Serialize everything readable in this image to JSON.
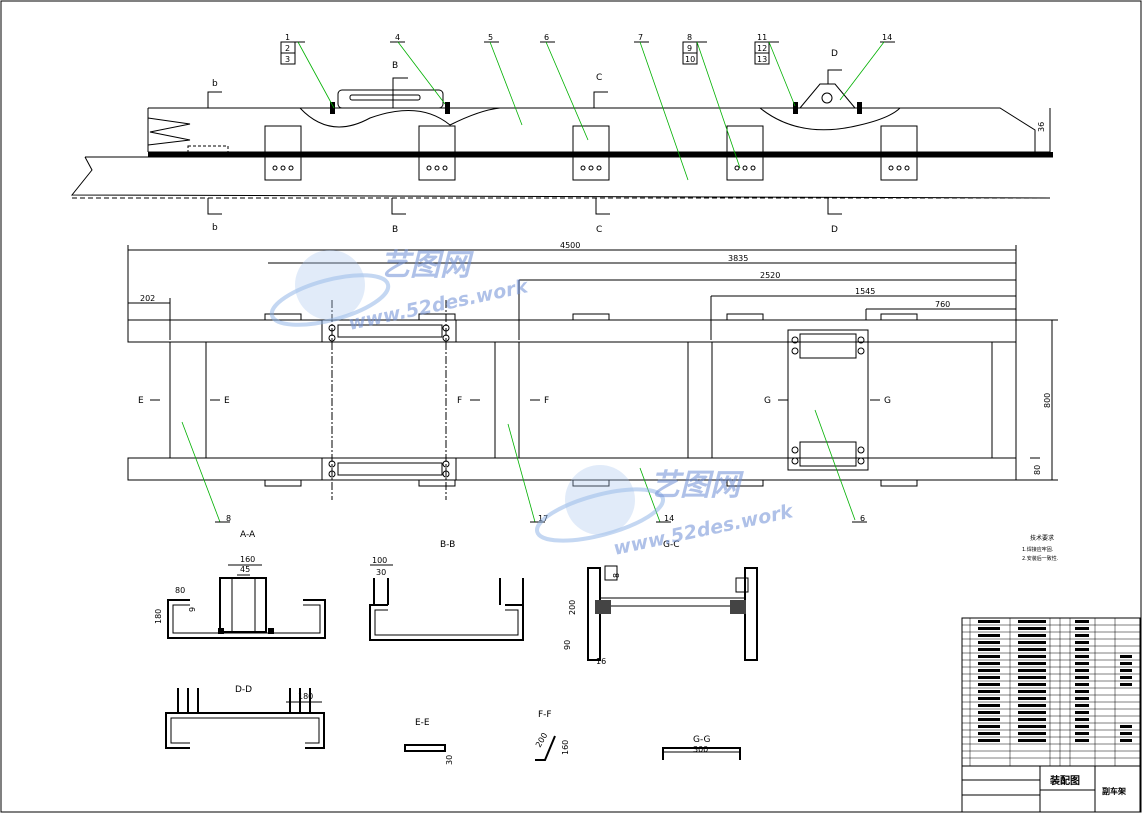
{
  "sections": {
    "top_marks": [
      "b",
      "b",
      "B",
      "B",
      "C",
      "C",
      "D",
      "D"
    ],
    "plan_marks": [
      "E",
      "E",
      "F",
      "F",
      "G",
      "G"
    ],
    "views": [
      "A-A",
      "B-B",
      "G-C",
      "D-D",
      "E-E",
      "F-F",
      "G-G"
    ]
  },
  "balloons": [
    "1",
    "2",
    "3",
    "4",
    "5",
    "6",
    "7",
    "8",
    "9",
    "10",
    "11",
    "12",
    "13",
    "14"
  ],
  "plan_balloons": [
    "8",
    "17",
    "14",
    "6"
  ],
  "dimensions": {
    "overall": "4500",
    "d2": "3835",
    "d3": "2520",
    "d4": "1545",
    "d5": "760",
    "left": "202",
    "height": "800",
    "bottom": "80",
    "side": "36",
    "aa_160": "160",
    "aa_45": "45",
    "aa_80": "80",
    "aa_180": "180",
    "aa_9": "9",
    "bb_100": "100",
    "bb_30": "30",
    "gc_200": "200",
    "gc_90": "90",
    "gc_16": "16",
    "gc_8": "8",
    "dd_180": "180",
    "ee_30": "30",
    "ff_200": "200",
    "ff_160": "160",
    "gg_300": "300"
  },
  "notes": {
    "title": "技术要求",
    "line1": "1.焊接应牢固.",
    "line2": "2.安装后一致性."
  },
  "title_block": {
    "drawing_name": "装配图",
    "part_name": "副车架"
  },
  "watermark": {
    "text": "艺图网",
    "url": "www.52des.work"
  },
  "colors": {
    "lines": "#000000",
    "leaders": "#00b000",
    "watermark": "#6f8fd6"
  }
}
